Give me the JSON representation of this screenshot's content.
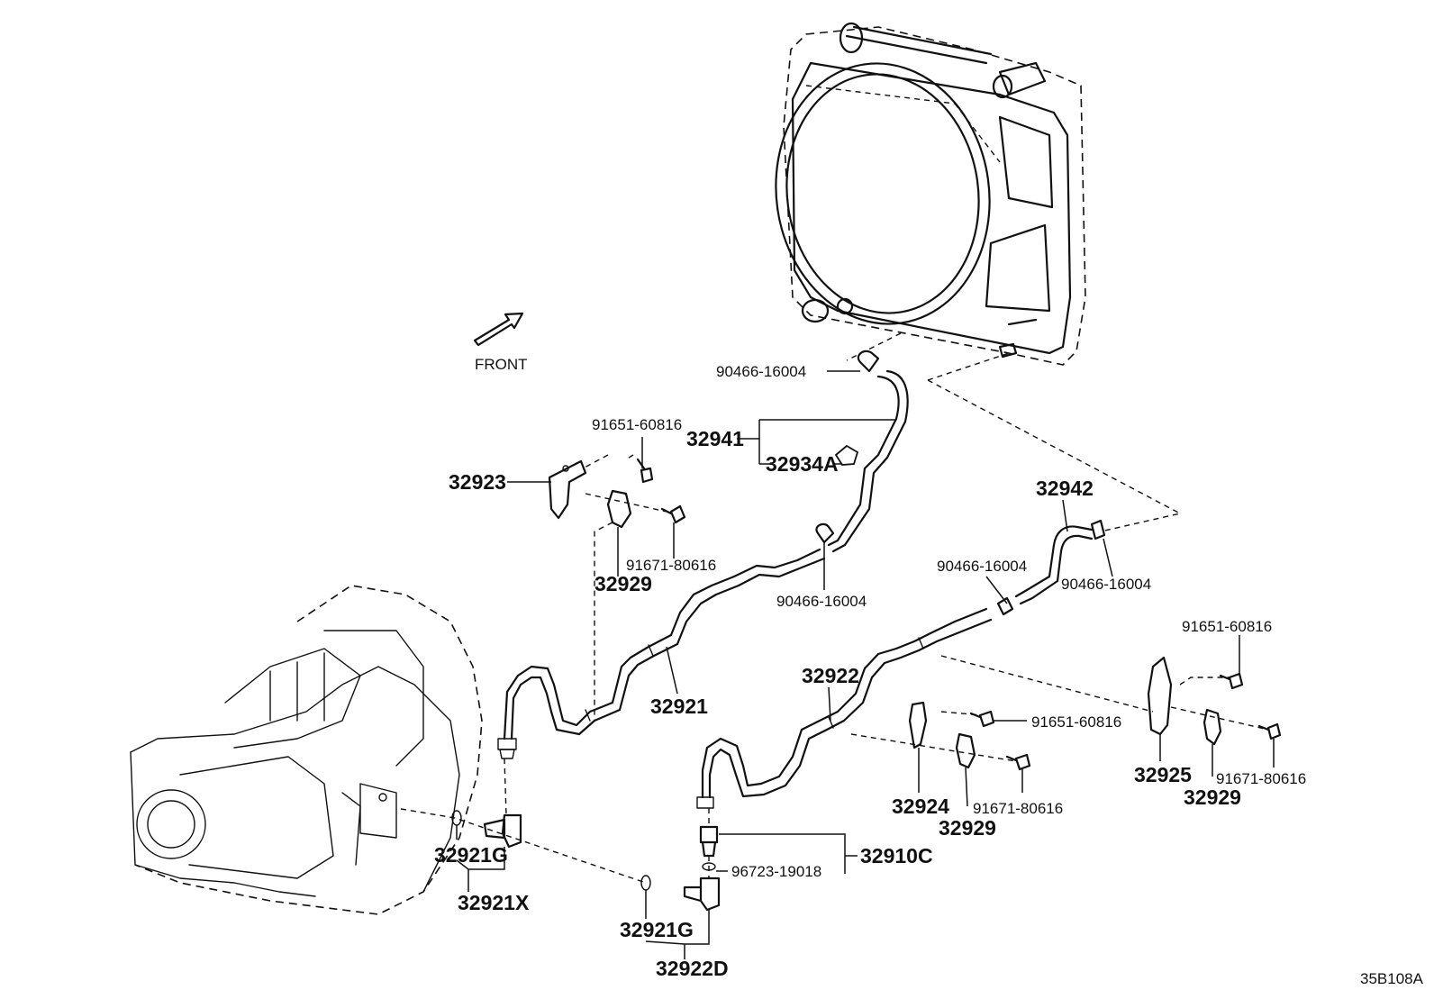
{
  "diagram": {
    "front_label": "FRONT",
    "figure_code": "35B108A",
    "parts": {
      "p90466_top": "90466-16004",
      "p32941": "32941",
      "p32934A": "32934A",
      "p91651_left": "91651-60816",
      "p32923": "32923",
      "p91671_left": "91671-80616",
      "p32929_left": "32929",
      "p90466_mid": "90466-16004",
      "p32921": "32921",
      "p32942": "32942",
      "p90466_right_a": "90466-16004",
      "p90466_right_b": "90466-16004",
      "p32922": "32922",
      "p91651_right": "91651-60816",
      "p91651_center": "91651-60816",
      "p32925": "32925",
      "p32929_right": "32929",
      "p91671_right": "91671-80616",
      "p32924": "32924",
      "p32929_center": "32929",
      "p91671_center": "91671-80616",
      "p32910C": "32910C",
      "p96723": "96723-19018",
      "p32921G_left": "32921G",
      "p32921X": "32921X",
      "p32921G_bottom": "32921G",
      "p32922D": "32922D"
    }
  }
}
